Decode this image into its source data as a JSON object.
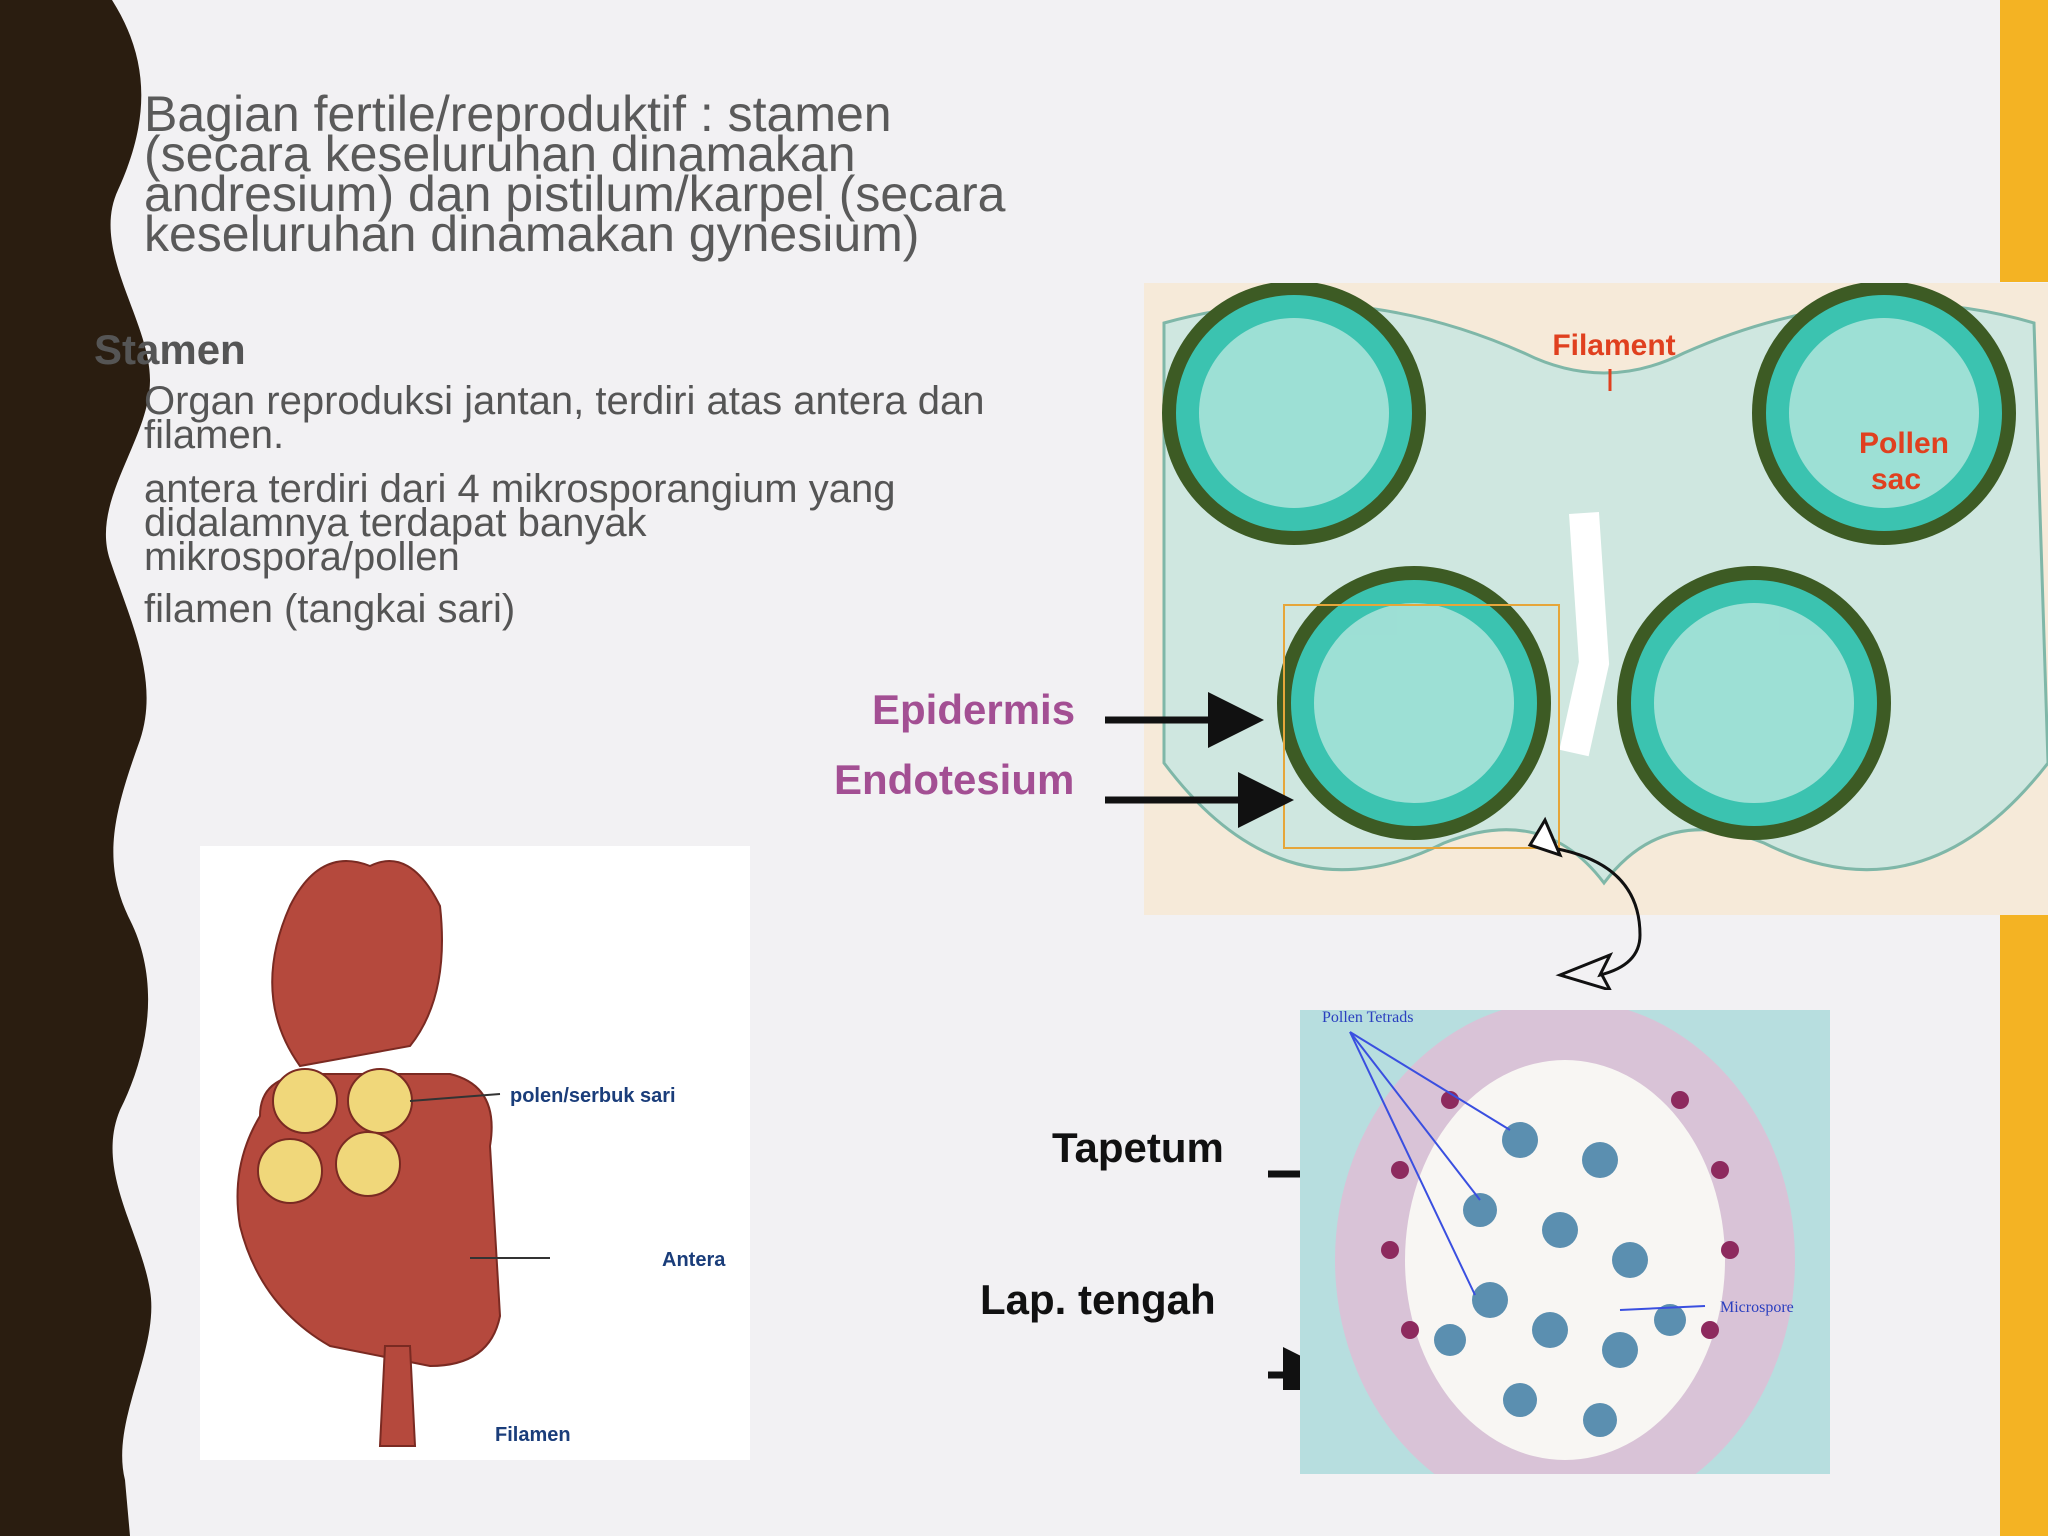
{
  "slide": {
    "heading_lines": [
      "Bagian fertile/reproduktif : stamen",
      "(secara keseluruhan dinamakan",
      "andresium) dan pistilum/karpel (secara",
      "keseluruhan dinamakan gynesium)"
    ],
    "section_title": "Stamen",
    "bullets": [
      {
        "lines": [
          "Organ reproduksi jantan, terdiri atas antera dan",
          "filamen."
        ]
      },
      {
        "lines": [
          "antera terdiri  dari  4 mikrosporangium yang",
          "didalamnya terdapat banyak",
          "mikrospora/pollen"
        ]
      },
      {
        "lines": [
          "filamen (tangkai sari)"
        ]
      }
    ]
  },
  "anther_photo": {
    "label_filament": "Filament",
    "label_pollen_1": "Pollen",
    "label_pollen_2": "sac"
  },
  "callouts": {
    "epidermis": "Epidermis",
    "endotesium": "Endotesium",
    "tapetum": "Tapetum",
    "lap_tengah": "Lap. tengah"
  },
  "micro_photo": {
    "label_tetrads": "Pollen Tetrads",
    "label_microspore": "Microspore"
  },
  "diagram": {
    "label_polen": "polen/serbuk sari",
    "label_antera": "Antera",
    "label_filamen": "Filamen"
  },
  "colors": {
    "accent_gold": "#f4b323",
    "wave_dark": "#2a1d10",
    "callout_purple": "#a34f93",
    "anther_red": "#b5493d"
  }
}
